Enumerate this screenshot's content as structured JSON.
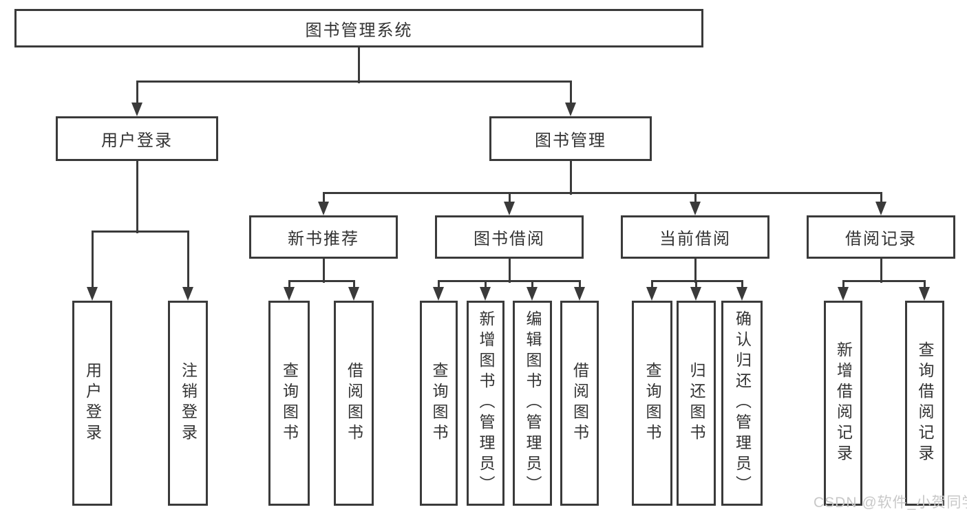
{
  "watermark": "CSDN @软件_小贺同学",
  "colors": {
    "line": "#3a3a3a",
    "text": "#333333",
    "watermark": "#c8c8c8",
    "background": "#ffffff"
  },
  "diagram": {
    "title": "图书管理系统",
    "nodes": [
      {
        "id": "root",
        "label": "图书管理系统",
        "parent": null
      },
      {
        "id": "user-login",
        "label": "用户登录",
        "parent": "root"
      },
      {
        "id": "book-mgmt",
        "label": "图书管理",
        "parent": "root"
      },
      {
        "id": "new-book-rec",
        "label": "新书推荐",
        "parent": "book-mgmt"
      },
      {
        "id": "book-borrow",
        "label": "图书借阅",
        "parent": "book-mgmt"
      },
      {
        "id": "current-borrow",
        "label": "当前借阅",
        "parent": "book-mgmt"
      },
      {
        "id": "borrow-records",
        "label": "借阅记录",
        "parent": "book-mgmt"
      },
      {
        "id": "leaf-user-login",
        "label": "用户登录",
        "parent": "user-login"
      },
      {
        "id": "leaf-logout",
        "label": "注销登录",
        "parent": "user-login"
      },
      {
        "id": "leaf-query-books-1",
        "label": "查询图书",
        "parent": "new-book-rec"
      },
      {
        "id": "leaf-borrow-books-1",
        "label": "借阅图书",
        "parent": "new-book-rec"
      },
      {
        "id": "leaf-query-books-2",
        "label": "查询图书",
        "parent": "book-borrow"
      },
      {
        "id": "leaf-add-book",
        "label": "新增图书（管理员）",
        "parent": "book-borrow"
      },
      {
        "id": "leaf-edit-book",
        "label": "编辑图书（管理员）",
        "parent": "book-borrow"
      },
      {
        "id": "leaf-borrow-books-2",
        "label": "借阅图书",
        "parent": "book-borrow"
      },
      {
        "id": "leaf-query-books-3",
        "label": "查询图书",
        "parent": "current-borrow"
      },
      {
        "id": "leaf-return-book",
        "label": "归还图书",
        "parent": "current-borrow"
      },
      {
        "id": "leaf-confirm-return",
        "label": "确认归还（管理员）",
        "parent": "current-borrow"
      },
      {
        "id": "leaf-add-borrow-record",
        "label": "新增借阅记录",
        "parent": "borrow-records"
      },
      {
        "id": "leaf-query-borrow-record",
        "label": "查询借阅记录",
        "parent": "borrow-records"
      }
    ]
  }
}
